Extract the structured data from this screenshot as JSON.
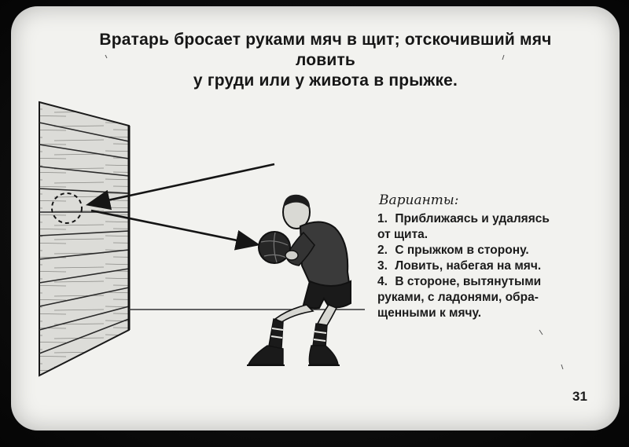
{
  "slide": {
    "title_line1": "Вратарь бросает руками мяч в щит; отскочивший мяч ловить",
    "title_line2": "у груди или у живота в прыжке.",
    "variants_heading": "Варианты:",
    "variants": [
      {
        "num": "1.",
        "lines": [
          "Приближаясь и удаляясь",
          "от щита."
        ]
      },
      {
        "num": "2.",
        "lines": [
          "С прыжком в сторону."
        ]
      },
      {
        "num": "3.",
        "lines": [
          "Ловить, набегая на мяч."
        ]
      },
      {
        "num": "4.",
        "lines": [
          "В стороне, вытянутыми",
          "руками, с ладонями, обра-",
          "щенными к мячу."
        ]
      }
    ],
    "page_number": "31"
  },
  "colors": {
    "slide_background": "#f2f2ef",
    "ink": "#161616",
    "frame": "#0c0c0c"
  }
}
